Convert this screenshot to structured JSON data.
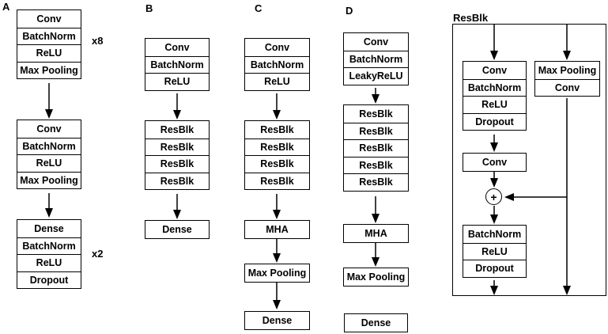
{
  "colors": {
    "stroke": "#000000",
    "background": "#ffffff"
  },
  "models": {
    "a": {
      "label": "A",
      "block1": [
        "Conv",
        "BatchNorm",
        "ReLU",
        "Max Pooling"
      ],
      "block1_repeat": "x8",
      "block2": [
        "Conv",
        "BatchNorm",
        "ReLU",
        "Max Pooling"
      ],
      "block3": [
        "Dense",
        "BatchNorm",
        "ReLU",
        "Dropout"
      ],
      "block3_repeat": "x2"
    },
    "b": {
      "label": "B",
      "block1": [
        "Conv",
        "BatchNorm",
        "ReLU"
      ],
      "block2": [
        "ResBlk",
        "ResBlk",
        "ResBlk",
        "ResBlk"
      ],
      "block3": [
        "Dense"
      ]
    },
    "c": {
      "label": "C",
      "block1": [
        "Conv",
        "BatchNorm",
        "ReLU"
      ],
      "block2": [
        "ResBlk",
        "ResBlk",
        "ResBlk",
        "ResBlk"
      ],
      "block3": [
        "MHA"
      ],
      "block4": [
        "Max Pooling"
      ],
      "block5": [
        "Dense"
      ]
    },
    "d": {
      "label": "D",
      "block1": [
        "Conv",
        "BatchNorm",
        "LeakyReLU"
      ],
      "block2": [
        "ResBlk",
        "ResBlk",
        "ResBlk",
        "ResBlk",
        "ResBlk"
      ],
      "block3": [
        "MHA"
      ],
      "block4": [
        "Max Pooling"
      ],
      "block5": [
        "Dense"
      ]
    }
  },
  "resblk": {
    "title": "ResBlk",
    "main_stack1": [
      "Conv",
      "BatchNorm",
      "ReLU",
      "Dropout"
    ],
    "skip_stack": [
      "Max Pooling",
      "Conv"
    ],
    "main_conv": "Conv",
    "add_symbol": "+",
    "main_stack2": [
      "BatchNorm",
      "ReLU",
      "Dropout"
    ]
  }
}
